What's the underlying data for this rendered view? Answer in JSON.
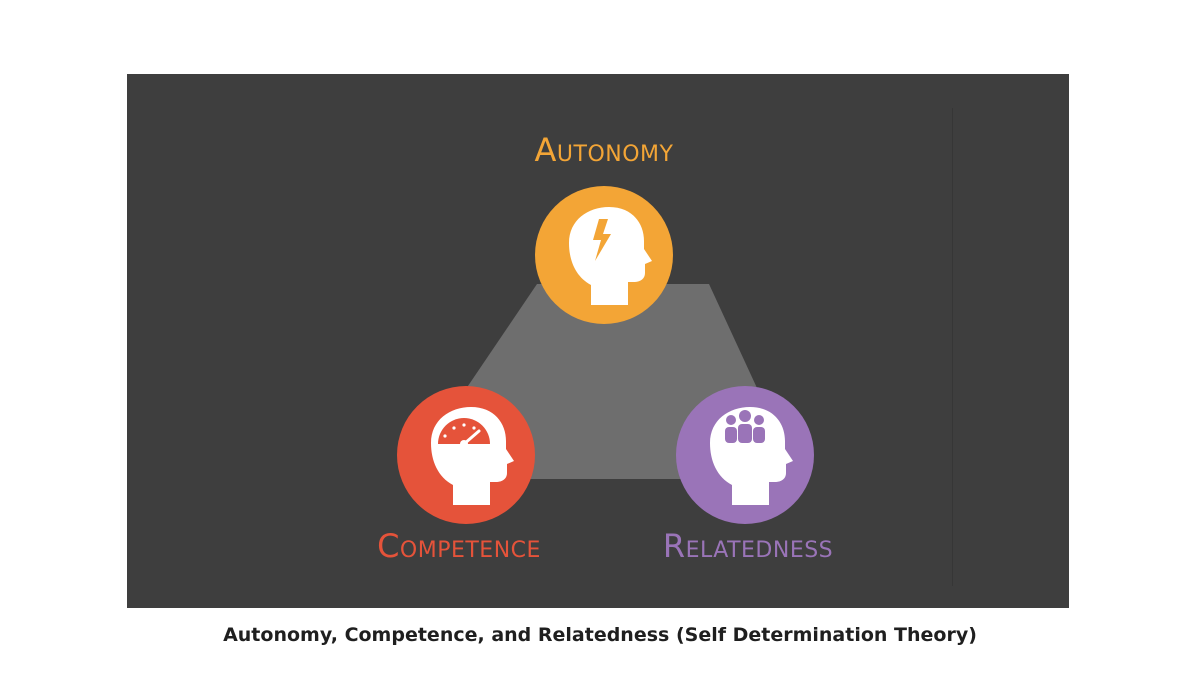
{
  "diagram": {
    "nodes": [
      {
        "id": "autonomy",
        "label": "Autonomy",
        "color": "#f3a536",
        "icon": "lightning-bolt-icon"
      },
      {
        "id": "competence",
        "label": "Competence",
        "color": "#e5533a",
        "icon": "gauge-icon"
      },
      {
        "id": "relatedness",
        "label": "Relatedness",
        "color": "#9a74b8",
        "icon": "people-group-icon"
      }
    ],
    "background_color": "#3e3e3e",
    "triangle_color": "#6e6e6e"
  },
  "caption": "Autonomy, Competence, and Relatedness (Self Determination Theory)"
}
